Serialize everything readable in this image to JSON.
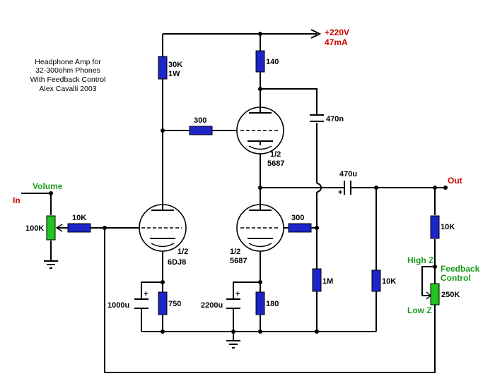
{
  "title": {
    "lines": [
      "Headphone Amp for",
      "32-300ohm Phones",
      "With Feedback Control",
      "Alex Cavalli 2003"
    ]
  },
  "supply": {
    "voltage": "+220V",
    "current": "47mA"
  },
  "io": {
    "input": "In",
    "output": "Out"
  },
  "volume": {
    "label": "Volume",
    "value": "100K"
  },
  "feedback": {
    "label_line1": "Feedback",
    "label_line2": "Control",
    "high": "High Z",
    "low": "Low Z",
    "value": "250K"
  },
  "resistors": {
    "r_grid_in": "10K",
    "r_plate_a": "30K",
    "r_plate_a_power": "1W",
    "r_top": "140",
    "r_grid_upper": "300",
    "r_grid_lower": "300",
    "r_cathode_a": "750",
    "r_cathode_b": "180",
    "r_1m": "1M",
    "r_10k_out": "10K",
    "r_10k_feedback": "10K"
  },
  "capacitors": {
    "c_470n": "470n",
    "c_470u": "470u",
    "c_1000u": "1000u",
    "c_2200u": "2200u",
    "plus": "+"
  },
  "tubes": {
    "upper": {
      "half": "1/2",
      "type": "5687"
    },
    "lower": {
      "half": "1/2",
      "type": "5687"
    },
    "input": {
      "half": "1/2",
      "type": "6DJ8"
    }
  },
  "colors": {
    "resistor": "#1c25c8",
    "potentiometer": "#22c322",
    "power_label": "#d00000",
    "control_label": "#1a9c1a"
  }
}
